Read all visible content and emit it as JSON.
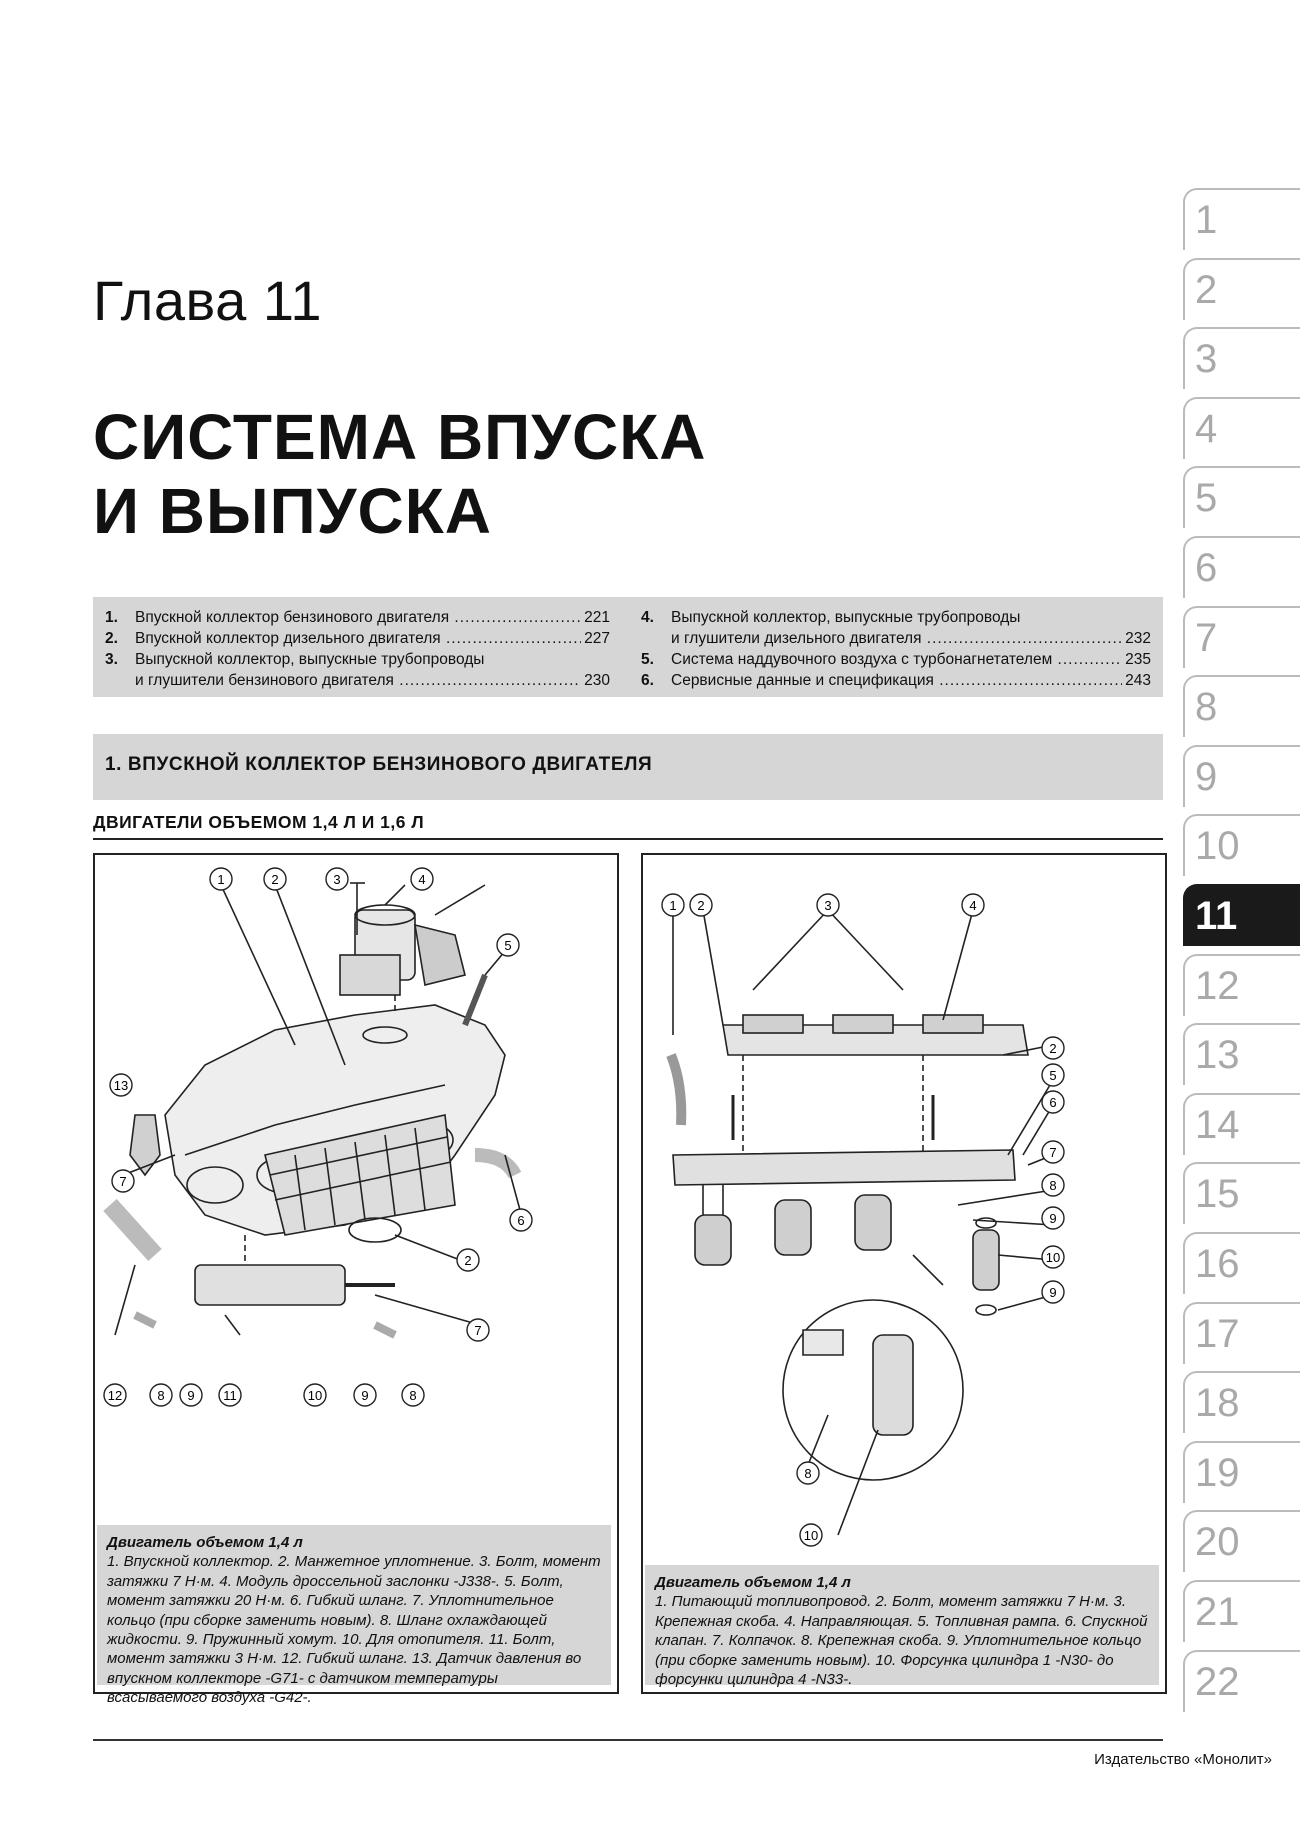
{
  "chapter": "Глава 11",
  "title_lines": [
    "СИСТЕМА ВПУСКА",
    "И ВЫПУСКА"
  ],
  "toc": {
    "left": [
      {
        "num": "1.",
        "text": "Впускной коллектор бензинового двигателя",
        "page": "221"
      },
      {
        "num": "2.",
        "text": "Впускной коллектор дизельного двигателя",
        "page": "227"
      },
      {
        "num": "3.",
        "text": "Выпускной коллектор, выпускные трубопроводы",
        "page": ""
      },
      {
        "num": "",
        "text": "и глушители бензинового двигателя",
        "page": "230"
      }
    ],
    "right": [
      {
        "num": "4.",
        "text": "Выпускной коллектор, выпускные трубопроводы",
        "page": ""
      },
      {
        "num": "",
        "text": "и глушители дизельного двигателя",
        "page": "232"
      },
      {
        "num": "5.",
        "text": "Система наддувочного воздуха с турбонагнетателем",
        "page": "235"
      },
      {
        "num": "6.",
        "text": "Сервисные данные и спецификация",
        "page": "243"
      }
    ]
  },
  "section": "1.  ВПУСКНОЙ КОЛЛЕКТОР БЕНЗИНОВОГО ДВИГАТЕЛЯ",
  "subsection": "ДВИГАТЕЛИ ОБЪЕМОМ 1,4 Л И 1,6 Л",
  "figure_left": {
    "labels": [
      "1",
      "2",
      "3",
      "4",
      "5",
      "6",
      "7",
      "2",
      "7",
      "13",
      "12",
      "8",
      "9",
      "11",
      "10",
      "9",
      "8"
    ],
    "caption_heading": "Двигатель объемом 1,4 л",
    "caption": "1. Впускной коллектор. 2. Манжетное уплотнение. 3. Болт, момент затяжки 7 Н·м. 4. Модуль дроссельной заслонки -J338-. 5. Болт, момент затяжки 20 Н·м. 6. Гибкий шланг. 7. Уплотнительное кольцо (при сборке заменить новым). 8. Шланг охлаждающей жидкости. 9. Пружинный хомут. 10. Для отопителя. 11. Болт, момент затяжки 3 Н·м. 12. Гибкий шланг. 13. Датчик давления во впускном коллекторе -G71- с датчиком температуры всасываемого воздуха -G42-."
  },
  "figure_right": {
    "labels": [
      "1",
      "2",
      "3",
      "4",
      "2",
      "5",
      "6",
      "7",
      "8",
      "9",
      "10",
      "9",
      "8",
      "10"
    ],
    "caption_heading": "Двигатель объемом 1,4 л",
    "caption": "1. Питающий топливопровод. 2. Болт, момент затяжки 7 Н·м. 3. Крепежная скоба. 4. Направляющая. 5. Топливная рампа. 6. Спускной клапан. 7. Колпачок. 8. Крепежная скоба. 9. Уплотнительное кольцо (при сборке заменить новым). 10. Форсунка цилиндра 1 -N30- до форсунки цилиндра 4 -N33-."
  },
  "tabs": [
    "1",
    "2",
    "3",
    "4",
    "5",
    "6",
    "7",
    "8",
    "9",
    "10",
    "11",
    "12",
    "13",
    "14",
    "15",
    "16",
    "17",
    "18",
    "19",
    "20",
    "21",
    "22"
  ],
  "active_tab": "11",
  "publisher": "Издательство «Монолит»"
}
